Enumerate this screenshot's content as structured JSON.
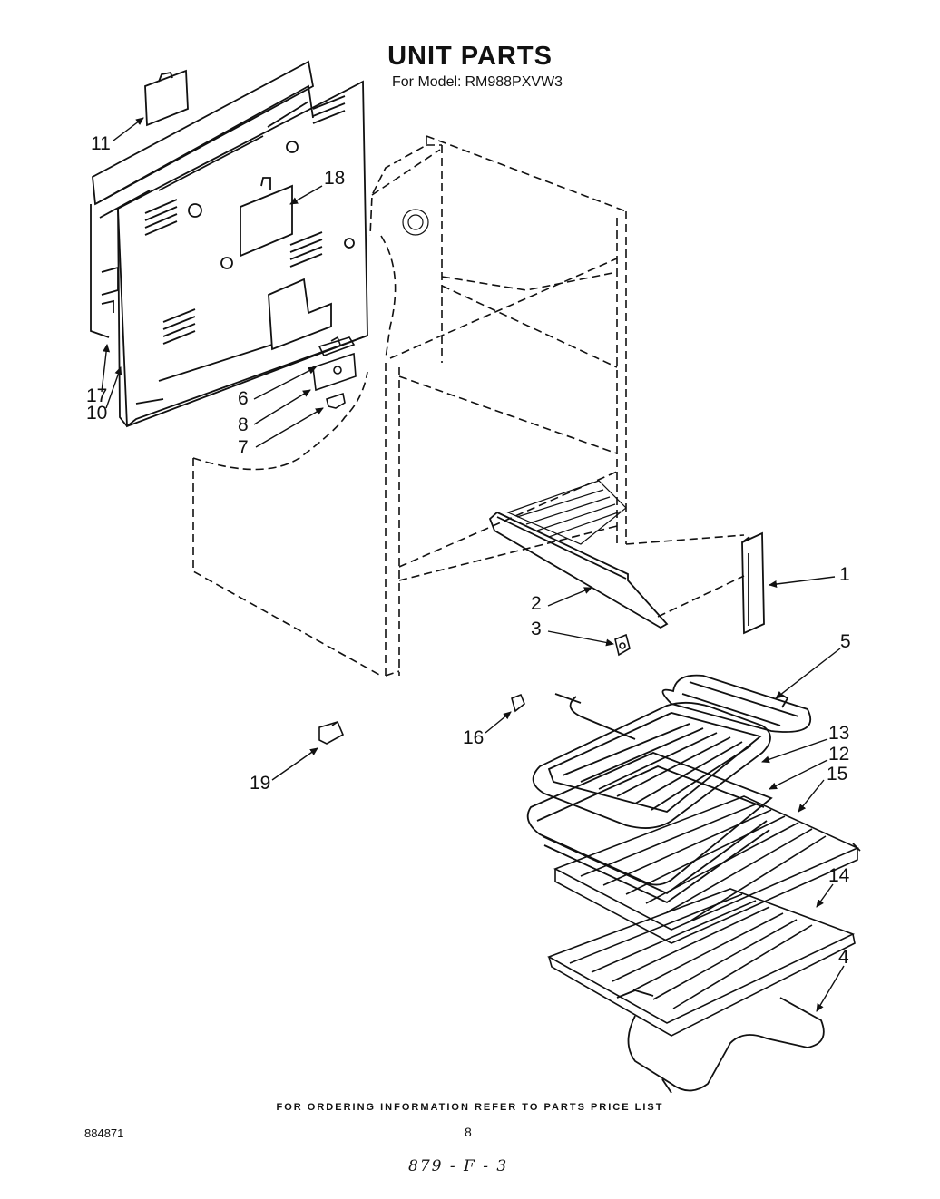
{
  "header": {
    "title": "UNIT PARTS",
    "model_label": "For Model:",
    "model_number": "RM988PXVW3"
  },
  "callouts": {
    "c1": "1",
    "c2": "2",
    "c3": "3",
    "c4": "4",
    "c5": "5",
    "c6": "6",
    "c7": "7",
    "c8": "8",
    "c10": "10",
    "c11": "11",
    "c12": "12",
    "c13": "13",
    "c14": "14",
    "c15": "15",
    "c16": "16",
    "c17": "17",
    "c18": "18",
    "c19": "19"
  },
  "footer": {
    "ordering_note": "FOR ORDERING INFORMATION REFER TO PARTS PRICE LIST",
    "doc_number": "884871",
    "page_number": "8",
    "handwritten_code": "879 - F - 3"
  }
}
